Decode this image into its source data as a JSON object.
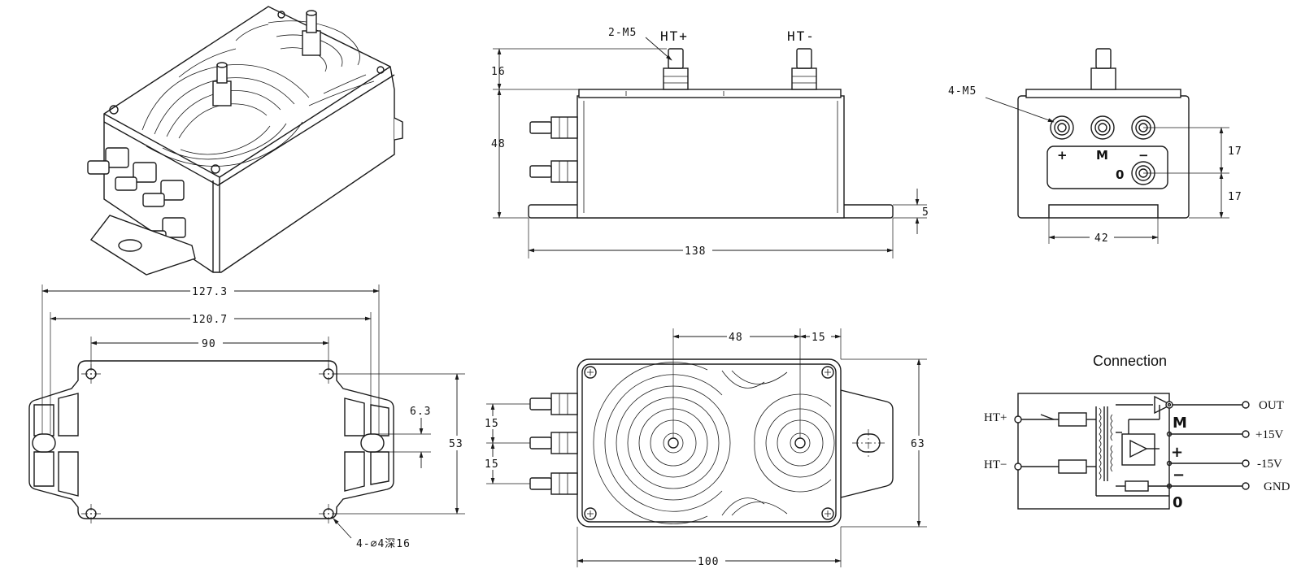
{
  "side_view": {
    "stud_label": "2-M5",
    "ht_plus": "HT+",
    "ht_minus": "HT-",
    "dim_16": "16",
    "dim_48": "48",
    "dim_5": "5",
    "dim_138": "138"
  },
  "end_view": {
    "thread_label": "4-M5",
    "pin_plus": "+",
    "pin_m": "M",
    "pin_minus": "−",
    "pin_zero": "0",
    "dim_17_top": "17",
    "dim_17_bottom": "17",
    "dim_42": "42"
  },
  "bottom_view": {
    "dim_127_3": "127.3",
    "dim_120_7": "120.7",
    "dim_90": "90",
    "dim_6_3": "6.3",
    "dim_53": "53",
    "hole_label": "4-⌀4深16"
  },
  "top_view": {
    "dim_48": "48",
    "dim_15_top": "15",
    "dim_15_a": "15",
    "dim_15_b": "15",
    "dim_63": "63",
    "dim_100": "100"
  },
  "connection": {
    "title": "Connection",
    "ht_plus": "HT+",
    "ht_minus": "HT−",
    "out": "OUT",
    "plus15": "+15V",
    "minus15": "-15V",
    "gnd": "GND",
    "sym_m": "M",
    "sym_plus": "+",
    "sym_minus": "−",
    "sym_zero": "0"
  }
}
